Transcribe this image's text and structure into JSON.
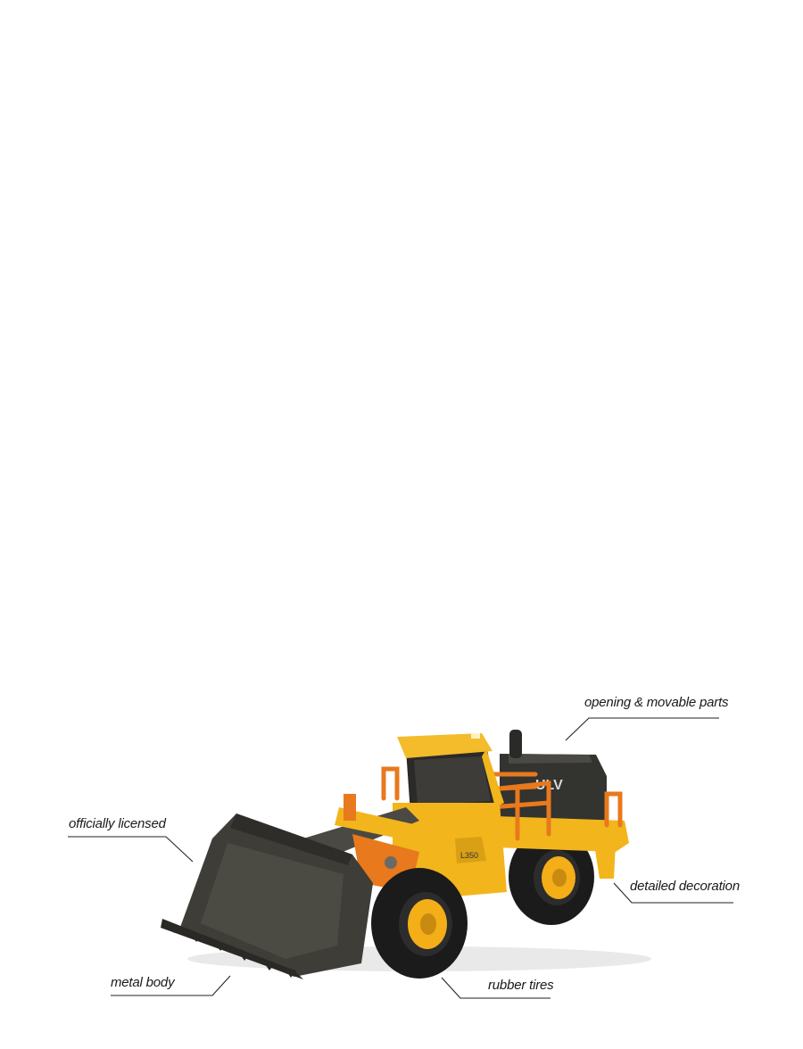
{
  "callouts": {
    "opening_parts": "opening & movable parts",
    "officially_licensed": "officially licensed",
    "detailed_decoration": "detailed decoration",
    "metal_body": "metal body",
    "rubber_tires": "rubber tires"
  },
  "colors": {
    "body_yellow": "#f2b51c",
    "railing_orange": "#e8791c",
    "tire_black": "#1b1b1b",
    "bucket_dark": "#3e3d37",
    "rim_yellow": "#f3ae18"
  }
}
